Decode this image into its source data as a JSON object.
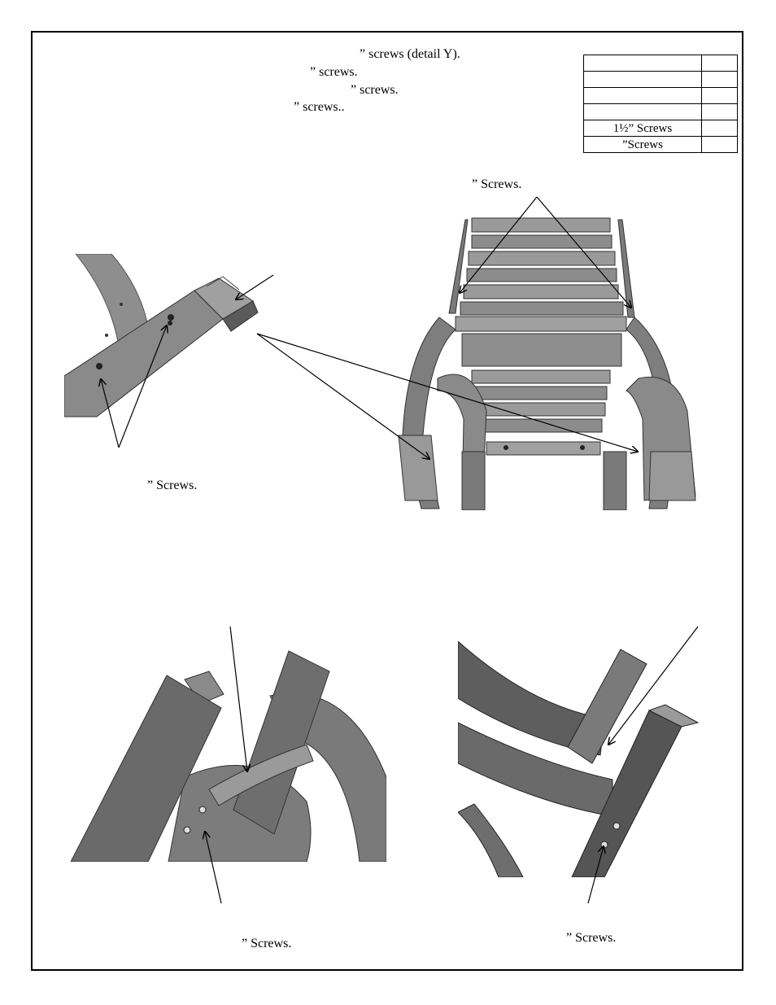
{
  "instructions": {
    "line1": "” screws (detail Y).",
    "line2": "” screws.",
    "line3": "” screws.",
    "line4": "” screws.."
  },
  "parts_table": {
    "rows": [
      {
        "name": "",
        "qty": ""
      },
      {
        "name": "",
        "qty": ""
      },
      {
        "name": "",
        "qty": ""
      },
      {
        "name": "",
        "qty": ""
      },
      {
        "name": "1½” Screws",
        "qty": ""
      },
      {
        "name": "”Screws",
        "qty": ""
      }
    ]
  },
  "callouts": {
    "top_right": "” Screws.",
    "left_detail": "” Screws.",
    "bottom_left": "” Screws.",
    "bottom_right": "” Screws."
  },
  "colors": {
    "wood_light": "#9a9a9a",
    "wood_mid": "#7a7a7a",
    "wood_dark": "#4e4e4e",
    "line": "#000000"
  }
}
